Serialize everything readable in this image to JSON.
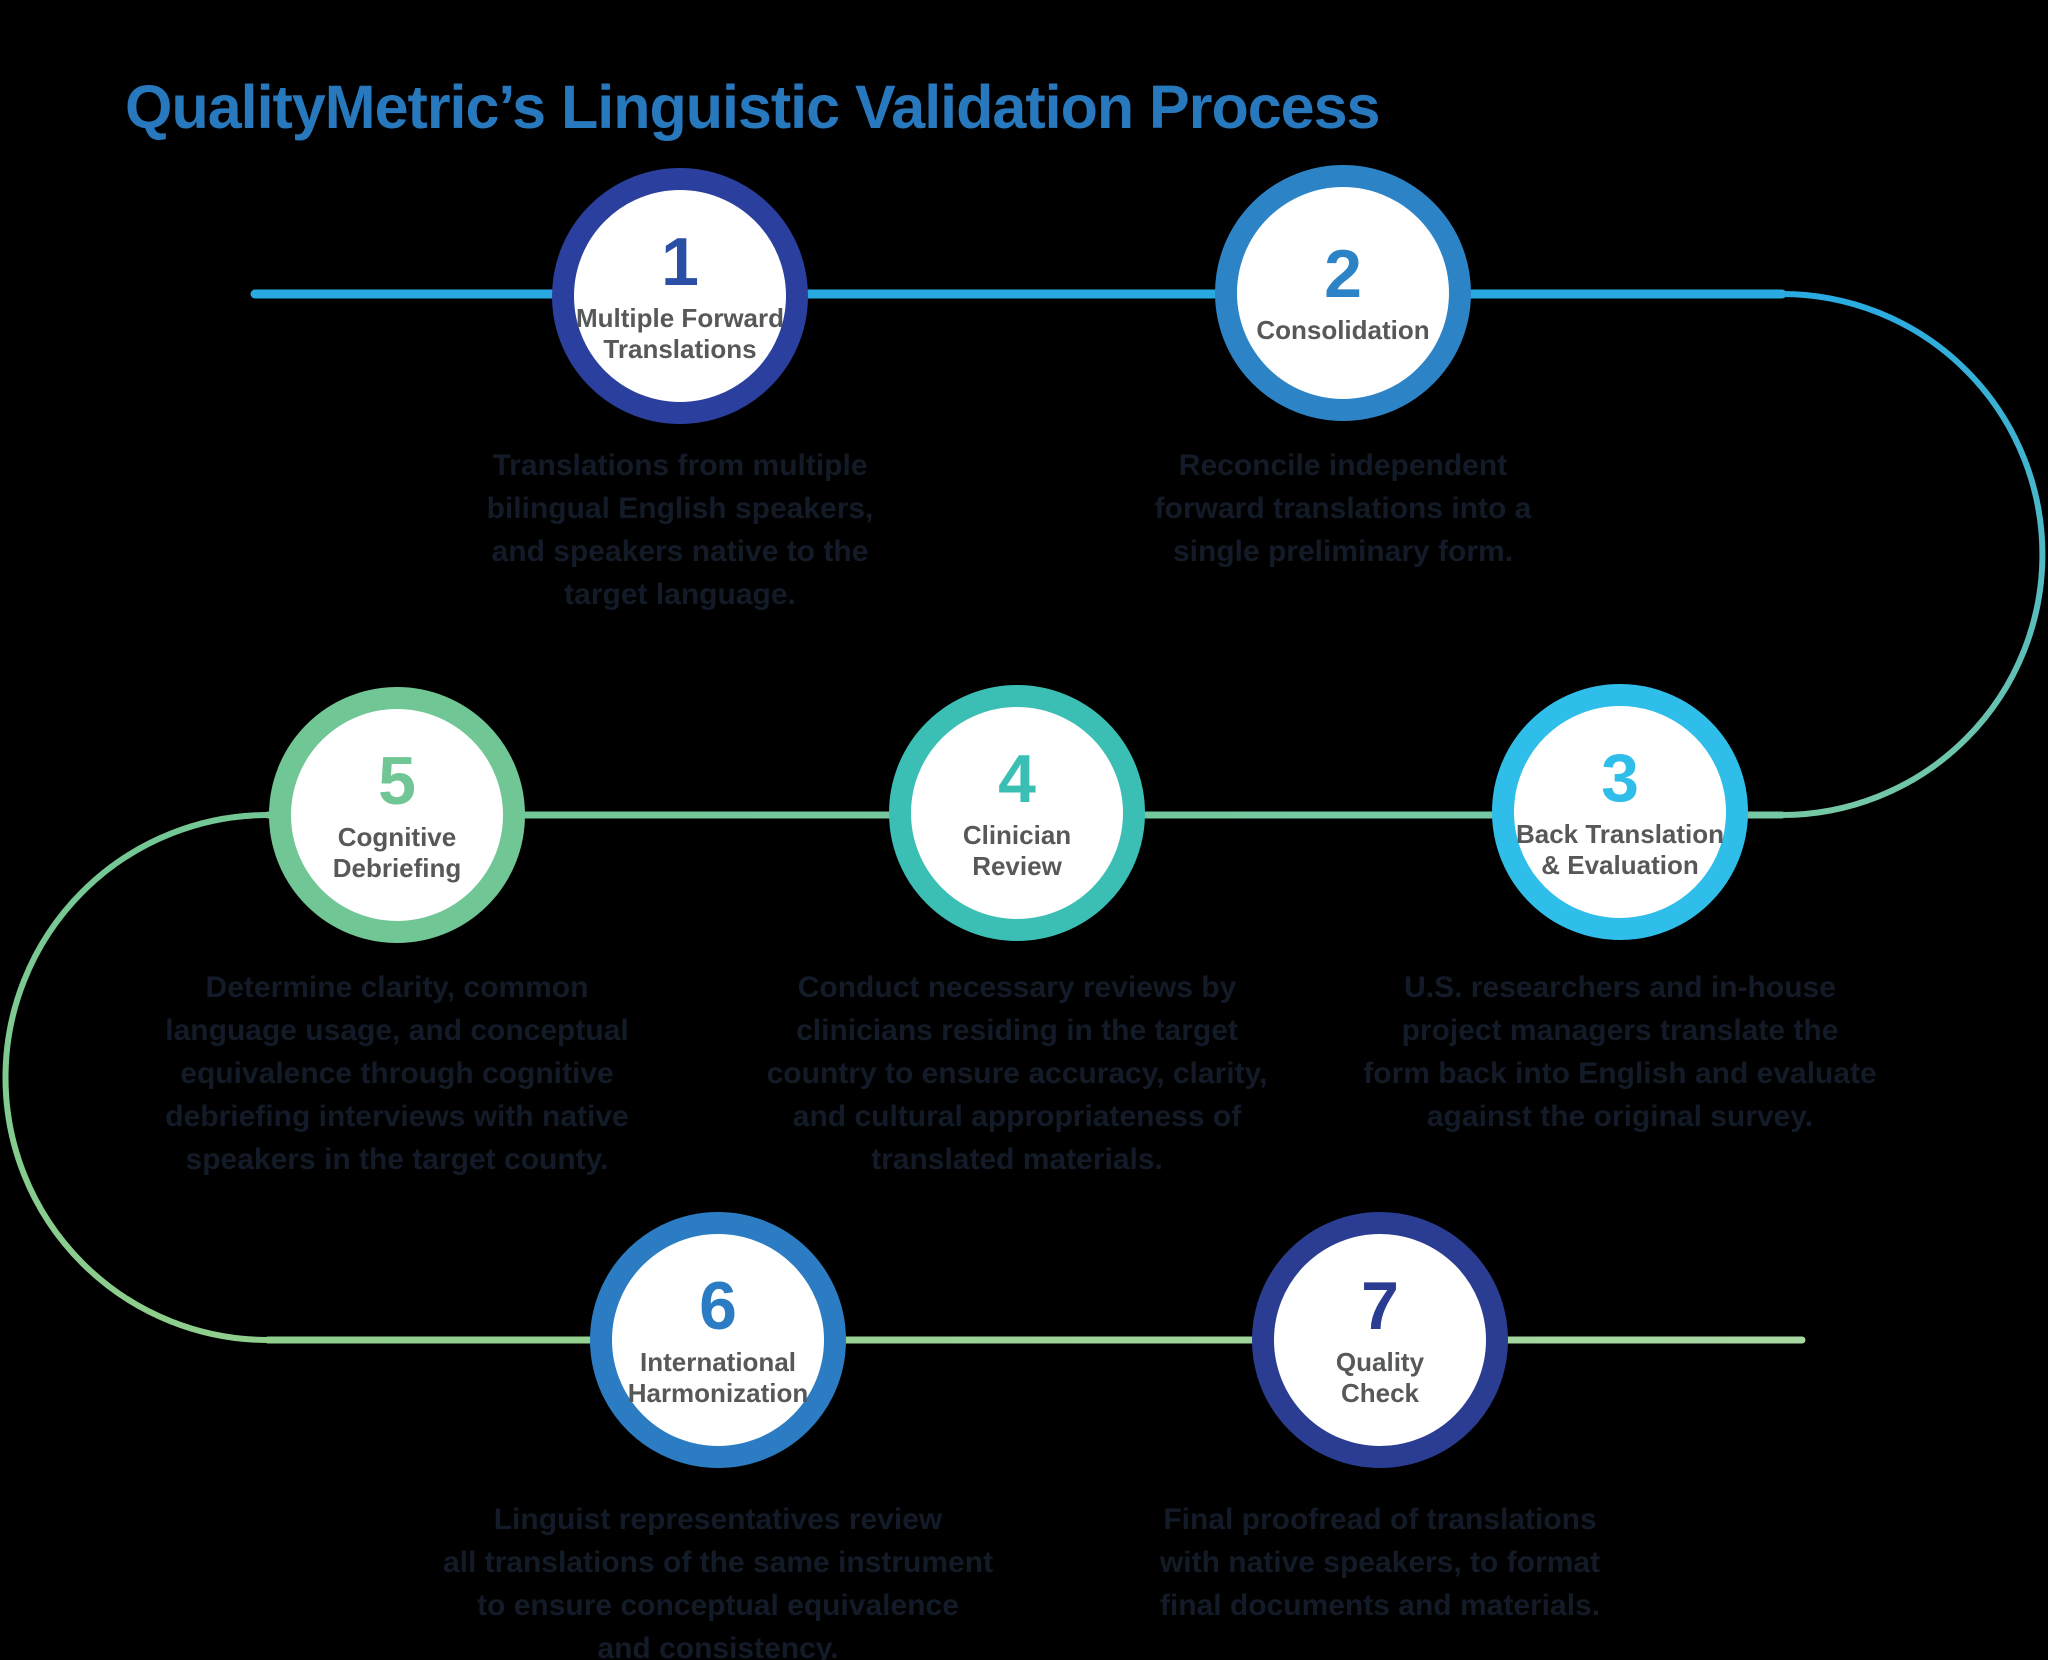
{
  "title": "QualityMetric’s Linguistic Validation Process",
  "colors": {
    "background": "#000000",
    "title": "#2878BE",
    "label_gray": "#57585A",
    "paragraph": "#131B28",
    "line_cyan": "#29ABE2",
    "line_seafoam": "#76C8A4",
    "line_green": "#72C795",
    "line_midgreen": "#8FCE8C",
    "line_lightgreen": "#A9D7A3"
  },
  "steps": [
    {
      "number": "1",
      "ring_color": "#2B3F9E",
      "number_color": "#2B4FA5",
      "label_lines": [
        "Multiple Forward",
        "Translations"
      ],
      "description_lines": [
        "Translations from multiple",
        "bilingual English speakers,",
        "and speakers native to the",
        "target language."
      ]
    },
    {
      "number": "2",
      "ring_color": "#2C83C5",
      "number_color": "#2C83C5",
      "label_lines": [
        "Consolidation"
      ],
      "description_lines": [
        "Reconcile independent",
        "forward translations into a",
        "single preliminary form."
      ]
    },
    {
      "number": "3",
      "ring_color": "#2EBEE9",
      "number_color": "#2EBEE9",
      "label_lines": [
        "Back Translation",
        "& Evaluation"
      ],
      "description_lines": [
        "U.S. researchers and in-house",
        "project managers translate the",
        "form back into English and evaluate",
        "against the original survey."
      ]
    },
    {
      "number": "4",
      "ring_color": "#3BBFB4",
      "number_color": "#3BBFB4",
      "label_lines": [
        "Clinician",
        "Review"
      ],
      "description_lines": [
        "Conduct necessary reviews by",
        "clinicians residing in the target",
        "country to ensure accuracy, clarity,",
        "and cultural appropriateness of",
        "translated materials."
      ]
    },
    {
      "number": "5",
      "ring_color": "#70C694",
      "number_color": "#70C694",
      "label_lines": [
        "Cognitive",
        "Debriefing"
      ],
      "description_lines": [
        "Determine clarity, common",
        "language usage, and conceptual",
        "equivalence through cognitive",
        "debriefing interviews with native",
        "speakers in the target county."
      ]
    },
    {
      "number": "6",
      "ring_color": "#2B7CC2",
      "number_color": "#2B7CC2",
      "label_lines": [
        "International",
        "Harmonization"
      ],
      "description_lines": [
        "Linguist representatives review",
        "all translations of the same instrument",
        "to ensure conceptual equivalence",
        "and consistency."
      ]
    },
    {
      "number": "7",
      "ring_color": "#2B3D92",
      "number_color": "#2B3D92",
      "label_lines": [
        "Quality",
        "Check"
      ],
      "description_lines": [
        "Final proofread of translations",
        "with native speakers, to format",
        "final documents and materials."
      ]
    }
  ]
}
